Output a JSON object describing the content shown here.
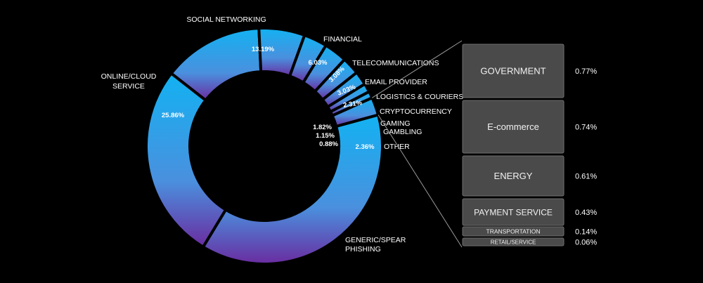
{
  "chart_data": [
    {
      "type": "pie",
      "title": "",
      "slices": [
        {
          "label": "GENERIC/SPEAR PHISHING",
          "value": 36.48,
          "value_label": ""
        },
        {
          "label": "ONLINE/CLOUD SERVICE",
          "value": 25.86,
          "value_label": "25.86%"
        },
        {
          "label": "SOCIAL NETWORKING",
          "value": 13.19,
          "value_label": "13.19%"
        },
        {
          "label": "FINANCIAL",
          "value": 6.03,
          "value_label": "6.03%"
        },
        {
          "label": "TELECOMMUNICATIONS",
          "value": 3.08,
          "value_label": "3.08%"
        },
        {
          "label": "EMAIL PROVIDER",
          "value": 3.03,
          "value_label": "3.03%"
        },
        {
          "label": "LOGISTICS & COURIERS",
          "value": 2.31,
          "value_label": "2.31%"
        },
        {
          "label": "CRYPTOCURRENCY",
          "value": 1.82,
          "value_label": "1.82%"
        },
        {
          "label": "GAMING",
          "value": 1.15,
          "value_label": "1.15%"
        },
        {
          "label": "GAMBLING",
          "value": 0.88,
          "value_label": "0.88%"
        },
        {
          "label": "OTHER",
          "value": 2.36,
          "value_label": "2.36%"
        }
      ],
      "colors": {
        "top": "#12b2f2",
        "bottom": "#6a2ca0"
      }
    },
    {
      "type": "bar",
      "title": "",
      "categories": [
        "GOVERNMENT",
        "E-commerce",
        "ENERGY",
        "PAYMENT SERVICE",
        "TRANSPORTATION",
        "RETAIL/SERVICE"
      ],
      "values": [
        0.77,
        0.74,
        0.61,
        0.43,
        0.14,
        0.06
      ],
      "value_labels": [
        "0.77%",
        "0.74%",
        "0.61%",
        "0.43%",
        "0.14%",
        "0.06%"
      ],
      "colors": {
        "box": "#4a4a4a",
        "box_border": "#6e6e6e"
      }
    }
  ]
}
